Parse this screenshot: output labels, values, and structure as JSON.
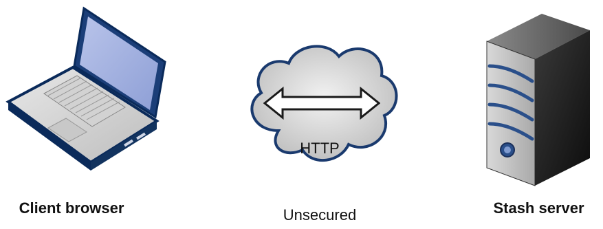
{
  "nodes": {
    "client": {
      "label": "Client browser",
      "icon": "laptop-icon"
    },
    "network": {
      "label": "Unsecured",
      "protocol": "HTTP",
      "icon": "cloud-icon"
    },
    "server": {
      "label": "Stash server",
      "icon": "server-icon"
    }
  },
  "colors": {
    "laptop_frame": "#0a2a5a",
    "laptop_screen": "#a9b7e0",
    "cloud_border": "#1a3a6e",
    "server_dark": "#1a1a1a",
    "server_accent": "#2a4f8a"
  }
}
